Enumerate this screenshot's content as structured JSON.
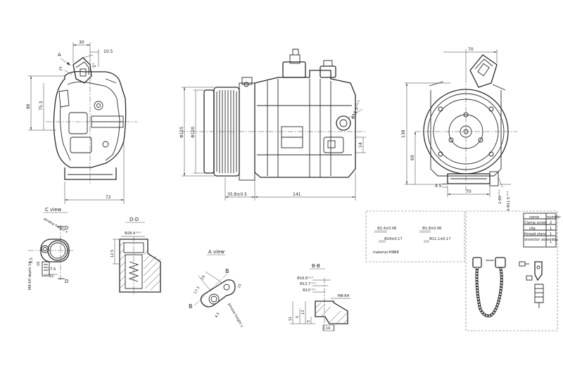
{
  "views": {
    "front_left": {
      "top_dims": [
        "30",
        "10.5"
      ],
      "angle": "5°",
      "letters": [
        "A",
        "C"
      ],
      "left_dims": [
        "86",
        "75.3"
      ],
      "bottom_dim": "72"
    },
    "center": {
      "left_dims": [
        "Φ125",
        "Φ120"
      ],
      "right_label": "Φ11.5⁺⁰·³",
      "right_dim": "14",
      "bottom_dims": [
        "35.8±0.5",
        "141"
      ]
    },
    "right": {
      "top_dim": "70",
      "left_dims": [
        "138",
        "69"
      ],
      "small_dim": "4.5",
      "bottom_dim": "70",
      "side_labels": [
        "2-Φ9⁺⁰·¹",
        "4-Φ11.5⁺⁰·³"
      ]
    },
    "c_view": {
      "title": "C view",
      "label": "pinesa height s",
      "letter_top": "D",
      "letter_bottom": "D",
      "dims": [
        "8.5",
        "22",
        "17.6",
        "16"
      ],
      "thread": "M8-6H depth 14"
    },
    "d_view": {
      "title": "D-D",
      "top_label": "Φ28.4⁺⁰·¹",
      "left_dim": "12.5"
    },
    "a_view": {
      "title": "A view",
      "letter_top": "B",
      "letter_bottom": "B",
      "dims": [
        "19",
        "17.3",
        "4.5",
        "15"
      ],
      "label": "pinesa height s"
    },
    "b_view": {
      "title": "B-B",
      "dims": [
        "Φ16.8⁺⁰·¹",
        "Φ13.7⁺⁰·¹",
        "Φ13⁺⁰·¹",
        "M8-6H",
        "11",
        "5",
        "13",
        "5",
        "19"
      ]
    },
    "oring_box": {
      "labels": [
        "Φ2.4±0.08",
        "Φ1.8±0.08",
        "Φ24±0.17",
        "Φ11.1±0.17"
      ],
      "material": "material:HNBR"
    },
    "parts_table": {
      "headers": [
        "name",
        "number"
      ],
      "rows": [
        {
          "name": "Clamp screw",
          "number": "2"
        },
        {
          "name": "clip",
          "number": "1"
        },
        {
          "name": "thread stand",
          "number": "1"
        },
        {
          "name": "onnector assembly",
          "number": "1"
        }
      ]
    }
  }
}
